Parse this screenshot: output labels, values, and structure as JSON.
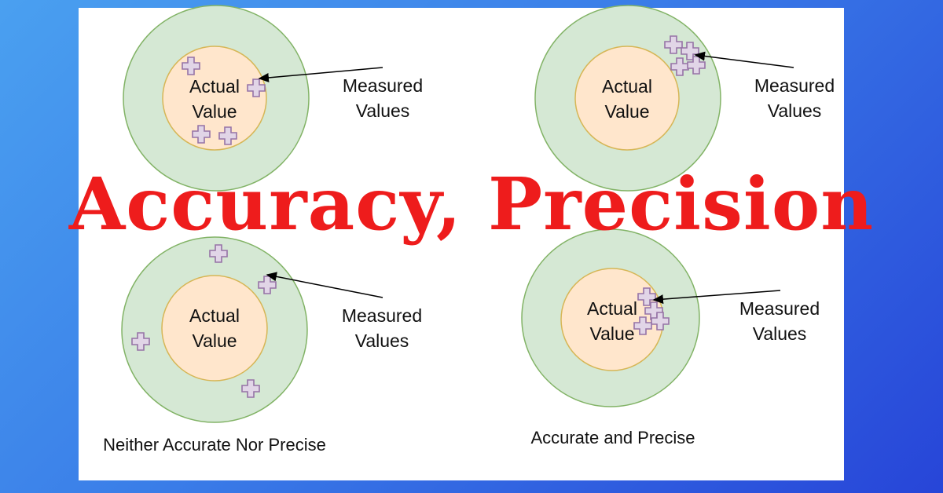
{
  "title": "Accuracy, Precision",
  "panels": [
    {
      "center_line1": "Actual",
      "center_line2": "Value",
      "arrow_line1": "Measured",
      "arrow_line2": "Values",
      "caption": ""
    },
    {
      "center_line1": "Actual",
      "center_line2": "Value",
      "arrow_line1": "Measured",
      "arrow_line2": "Values",
      "caption": ""
    },
    {
      "center_line1": "Actual",
      "center_line2": "Value",
      "arrow_line1": "Measured",
      "arrow_line2": "Values",
      "caption": "Neither Accurate Nor Precise"
    },
    {
      "center_line1": "Actual",
      "center_line2": "Value",
      "arrow_line1": "Measured",
      "arrow_line2": "Values",
      "caption": "Accurate and Precise"
    }
  ],
  "colors": {
    "outer_ring": "#d5e8d4",
    "outer_ring_stroke": "#82b366",
    "inner_circle": "#ffe6cc",
    "inner_circle_stroke": "#d6b656",
    "marker_fill": "#e1d5e7",
    "marker_stroke": "#9673a6",
    "title": "#ee1c1c"
  },
  "icons": {
    "marker": "plus-marker-icon"
  }
}
